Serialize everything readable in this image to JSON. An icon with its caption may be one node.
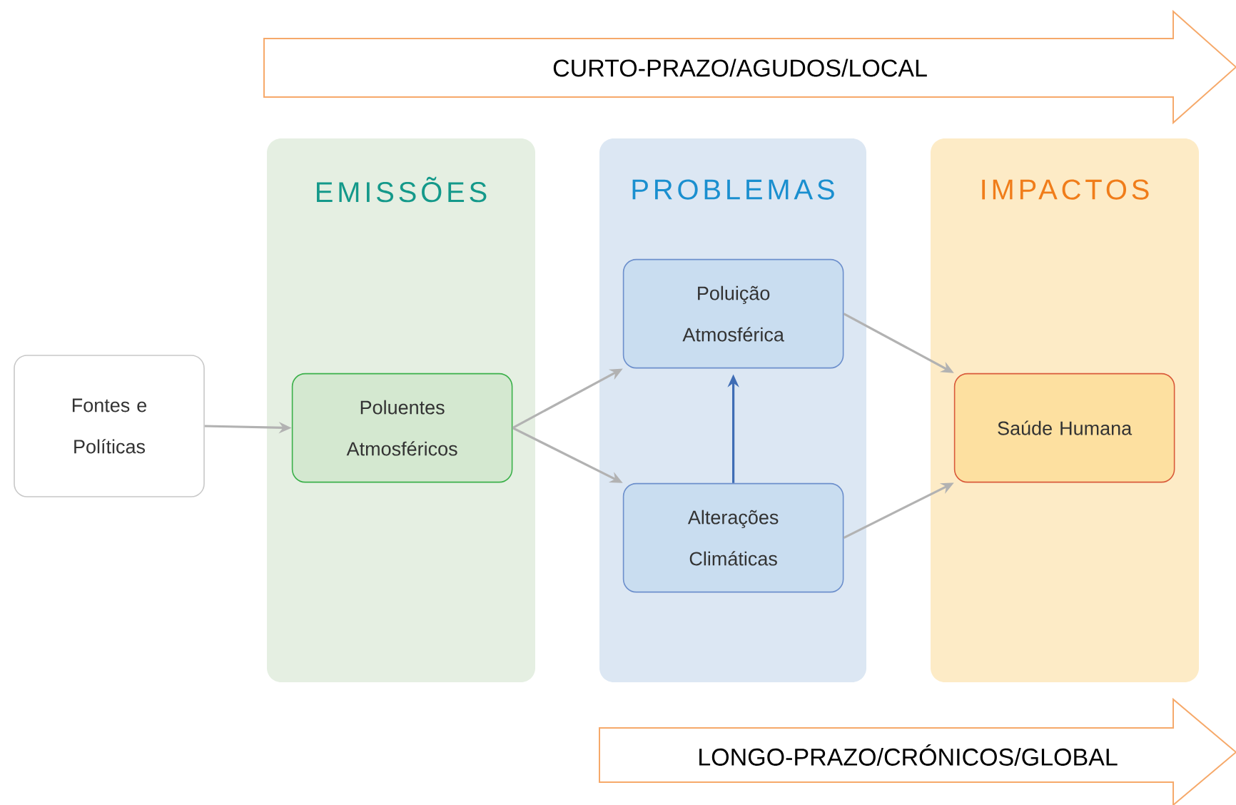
{
  "diagram": {
    "nodes": [
      {
        "text": [
          "CURTO-PRAZO/AGUDOS/LOCAL"
        ]
      },
      {
        "text": [
          "EMISSÕES"
        ]
      },
      {
        "text": [
          "PROBLEMAS"
        ]
      },
      {
        "text": [
          "IMPACTOS"
        ]
      },
      {
        "text": [
          "Fontes e Políticas"
        ]
      },
      {
        "text": [
          "Poluentes Atmosféricos"
        ],
        "in": 1
      },
      {
        "text": [
          "Poluição Atmosférica"
        ],
        "in": 2
      },
      {
        "text": [
          "Alterações Climáticas"
        ],
        "in": 2
      },
      {
        "text": [
          "Saúde Humana"
        ],
        "in": 3
      },
      {
        "text": [
          "LONGO-PRAZO/CRÓNICOS/GLOBAL"
        ]
      }
    ],
    "edges": [
      {
        "from": 4,
        "to": 5,
        "arrow": "to"
      },
      {
        "from": 5,
        "to": 6,
        "arrow": "to"
      },
      {
        "from": 5,
        "to": 7,
        "arrow": "to"
      },
      {
        "from": 7,
        "to": 6,
        "arrow": "to",
        "color": "#3f6db5"
      },
      {
        "from": 6,
        "to": 8,
        "arrow": "to"
      },
      {
        "from": 7,
        "to": 8,
        "arrow": "to"
      }
    ]
  }
}
